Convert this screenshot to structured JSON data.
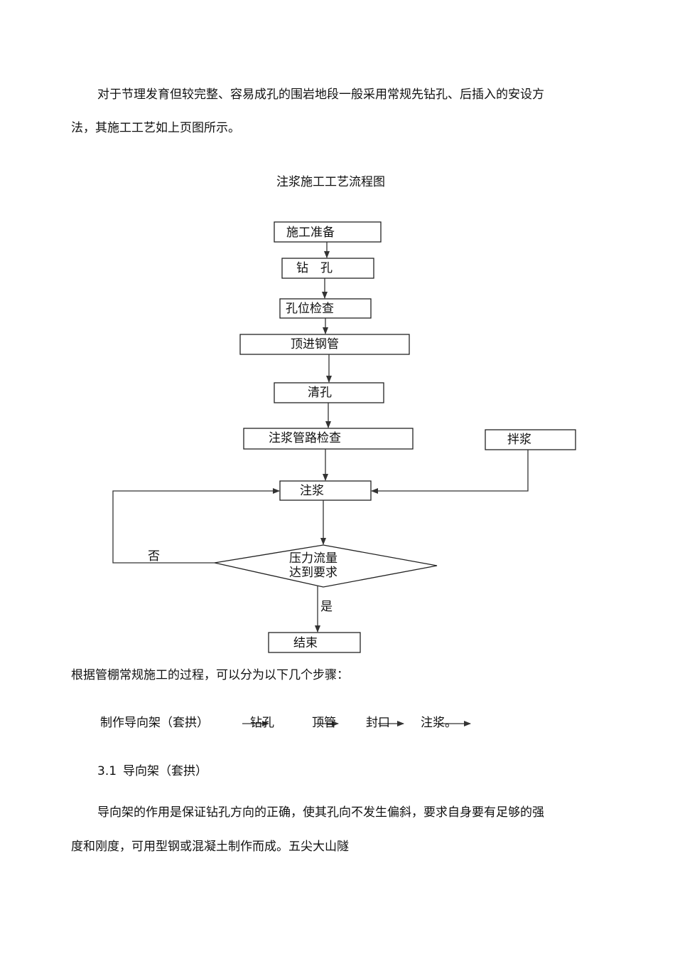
{
  "paragraph1": {
    "line1": "对于节理发育但较完整、容易成孔的围岩地段一般采用常规先钻孔、后插入的安设方",
    "line2": "法，其施工工艺如上页图所示。"
  },
  "flowchart": {
    "title": "注浆施工工艺流程图",
    "steps": {
      "prep": "施工准备",
      "drill": "钻　孔",
      "hole_check": "孔位检查",
      "push_pipe": "顶进钢管",
      "clean_hole": "清孔",
      "pipe_check": "注浆管路检查",
      "mix": "拌浆",
      "grout": "注浆",
      "decision_line1": "压力流量",
      "decision_line2": "达到要求",
      "no": "否",
      "yes": "是",
      "end": "结束"
    }
  },
  "paragraph2": "根据管棚常规施工的过程，可以分为以下几个步骤：",
  "steps_row": {
    "s1": "制作导向架（套拱）",
    "s2": "钻孔",
    "s3": "顶管",
    "s4": "封口",
    "s5": "注浆。"
  },
  "section": {
    "number": "3.1",
    "title": "导向架（套拱）"
  },
  "paragraph3": {
    "line1": "导向架的作用是保证钻孔方向的正确，使其孔向不发生偏斜，要求自身要有足够的强",
    "line2": "度和刚度，可用型钢或混凝土制作而成。五尖大山隧"
  }
}
